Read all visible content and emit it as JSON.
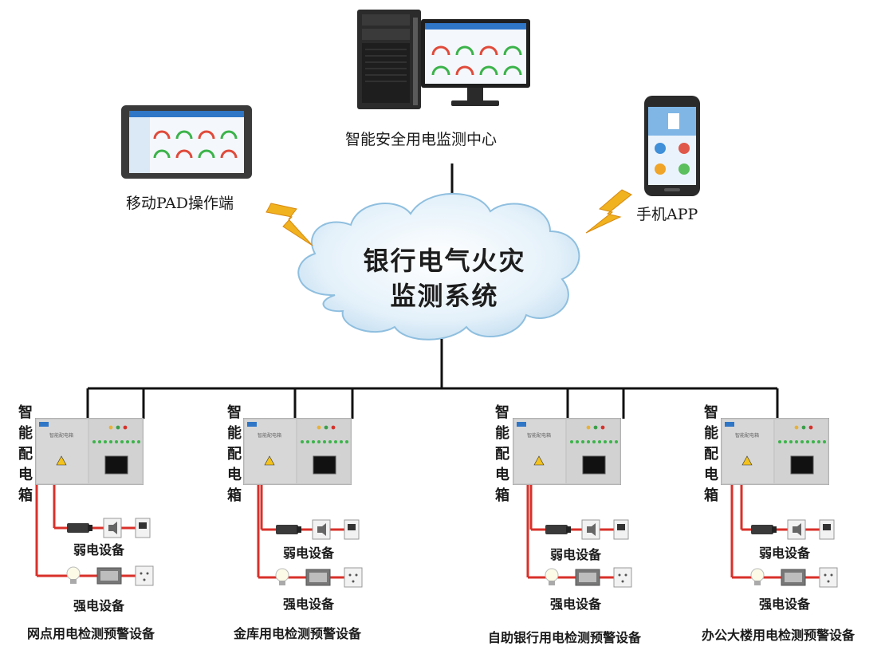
{
  "diagram": {
    "center": {
      "line1": "银行电气火灾",
      "line2": "监测系统"
    },
    "top_nodes": {
      "pad_label": "移动PAD操作端",
      "monitor_center_label": "智能安全用电监测中心",
      "phone_label": "手机APP"
    },
    "branches": [
      {
        "box_label": "智能配电箱",
        "weak_label": "弱电设备",
        "strong_label": "强电设备",
        "caption": "网点用电检测预警设备"
      },
      {
        "box_label": "智能配电箱",
        "weak_label": "弱电设备",
        "strong_label": "强电设备",
        "caption": "金库用电检测预警设备"
      },
      {
        "box_label": "智能配电箱",
        "weak_label": "弱电设备",
        "strong_label": "强电设备",
        "caption": "自助银行用电检测预警设备"
      },
      {
        "box_label": "智能配电箱",
        "weak_label": "弱电设备",
        "strong_label": "强电设备",
        "caption": "办公大楼用电检测预警设备"
      }
    ],
    "cabinet_panel_text": "智能配电箱",
    "colors": {
      "connector": "#111111",
      "wire": "#d9302a",
      "cloud": "#cfe6f5",
      "lightning": "#f0b21e"
    }
  }
}
